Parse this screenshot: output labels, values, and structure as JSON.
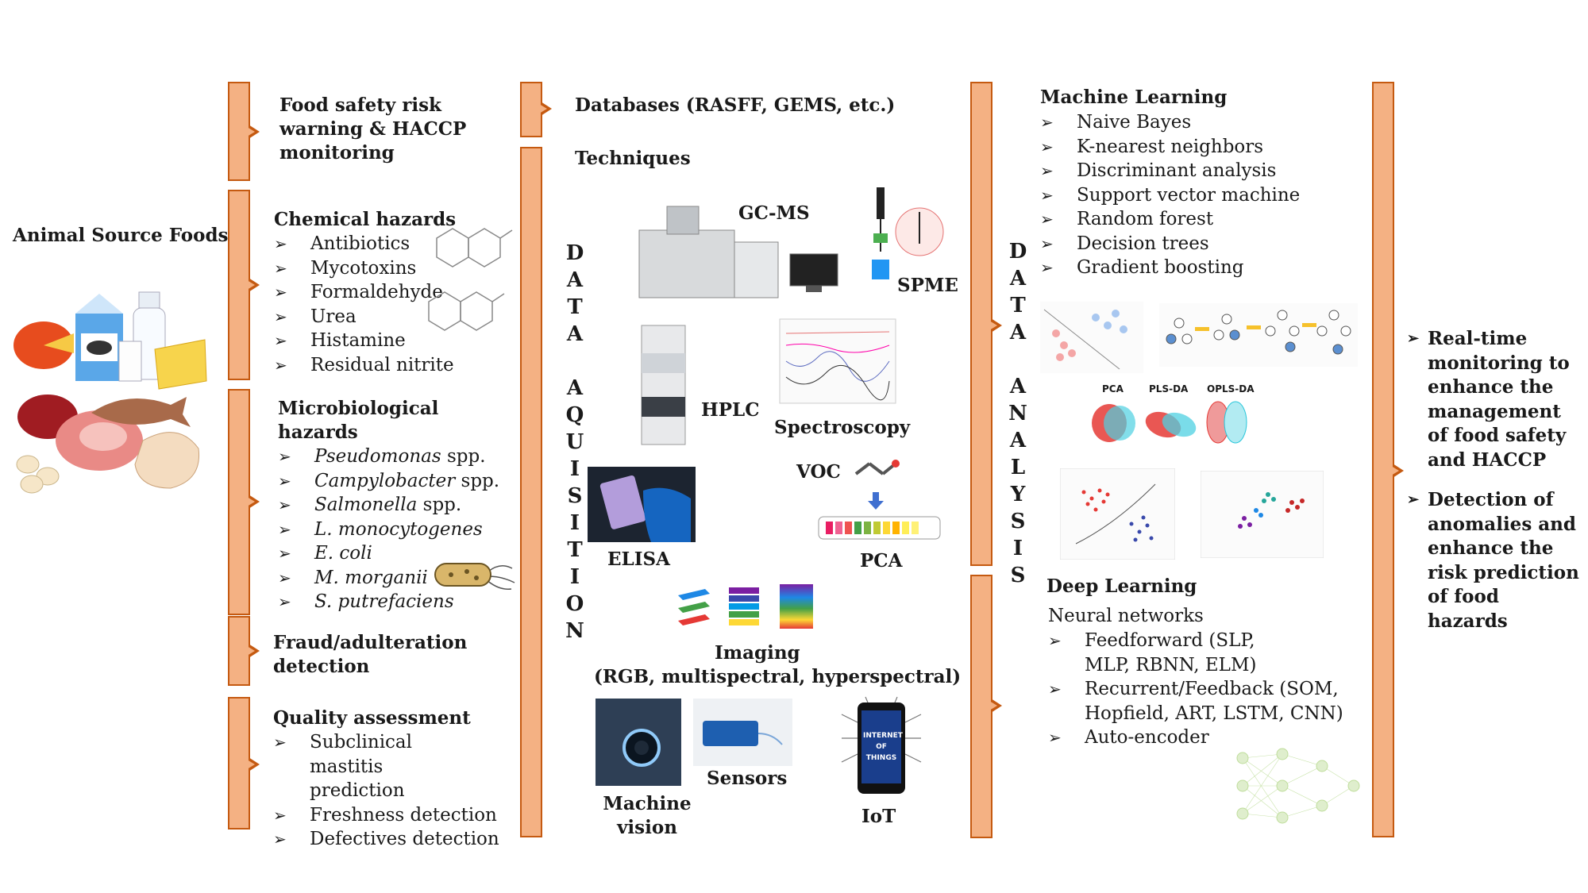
{
  "left": {
    "title": "Animal Source Foods"
  },
  "applications": {
    "warning": "Food safety risk warning & HACCP monitoring",
    "chemical": {
      "heading": "Chemical hazards",
      "items": [
        "Antibiotics",
        "Mycotoxins",
        "Formaldehyde",
        "Urea",
        "Histamine",
        "Residual nitrite"
      ]
    },
    "microbiological": {
      "heading": "Microbiological hazards",
      "items": [
        {
          "name": "Pseudomonas",
          "suffix": " spp."
        },
        {
          "name": "Campylobacter",
          "suffix": " spp."
        },
        {
          "name": "Salmonella",
          "suffix": " spp."
        },
        {
          "name": "L. monocytogenes",
          "suffix": ""
        },
        {
          "name": "E. coli",
          "suffix": ""
        },
        {
          "name": "M. morganii",
          "suffix": ""
        },
        {
          "name": "S. putrefaciens",
          "suffix": ""
        }
      ]
    },
    "fraud": "Fraud/adulteration detection",
    "quality": {
      "heading": "Quality assessment",
      "items": [
        "Subclinical mastitis prediction",
        "Freshness detection",
        "Defectives detection"
      ]
    }
  },
  "acquisition": {
    "vertical_label": [
      "D",
      "A",
      "T",
      "A",
      "",
      "A",
      "Q",
      "U",
      "I",
      "S",
      "I",
      "T",
      "I",
      "O",
      "N"
    ],
    "databases": "Databases (RASFF, GEMS, etc.)",
    "techniques_heading": "Techniques",
    "labels": {
      "gcms": "GC-MS",
      "spme": "SPME",
      "hplc": "HPLC",
      "spectroscopy": "Spectroscopy",
      "voc": "VOC",
      "elisa": "ELISA",
      "pca": "PCA",
      "imaging": "Imaging",
      "imaging_sub": "(RGB, multispectral, hyperspectral)",
      "machine_vision": "Machine vision",
      "sensors": "Sensors",
      "iot": "IoT",
      "iot_screen": "INTERNET OF THINGS"
    }
  },
  "analysis": {
    "vertical_label": [
      "D",
      "A",
      "T",
      "A",
      "",
      "A",
      "N",
      "A",
      "L",
      "Y",
      "S",
      "I",
      "S"
    ],
    "ml": {
      "heading": "Machine Learning",
      "items": [
        "Naive Bayes",
        "K-nearest neighbors",
        "Discriminant analysis",
        "Support vector machine",
        "Random forest",
        "Decision trees",
        "Gradient boosting"
      ]
    },
    "plot_labels": {
      "pca": "PCA",
      "plsda": "PLS-DA",
      "oplsda": "OPLS-DA"
    },
    "dl": {
      "heading": "Deep Learning",
      "subheading": "Neural networks",
      "items": [
        "Feedforward (SLP, MLP, RBNN, ELM)",
        "Recurrent/Feedback (SOM, Hopfield, ART, LSTM, CNN)",
        "Auto-encoder"
      ]
    }
  },
  "outcomes": {
    "items": [
      "Real-time monitoring to enhance the management of food safety and HACCP",
      "Detection of anomalies and enhance the risk prediction of food hazards"
    ]
  },
  "colors": {
    "bar_fill": "#f4b183",
    "bar_border": "#c55a11"
  }
}
